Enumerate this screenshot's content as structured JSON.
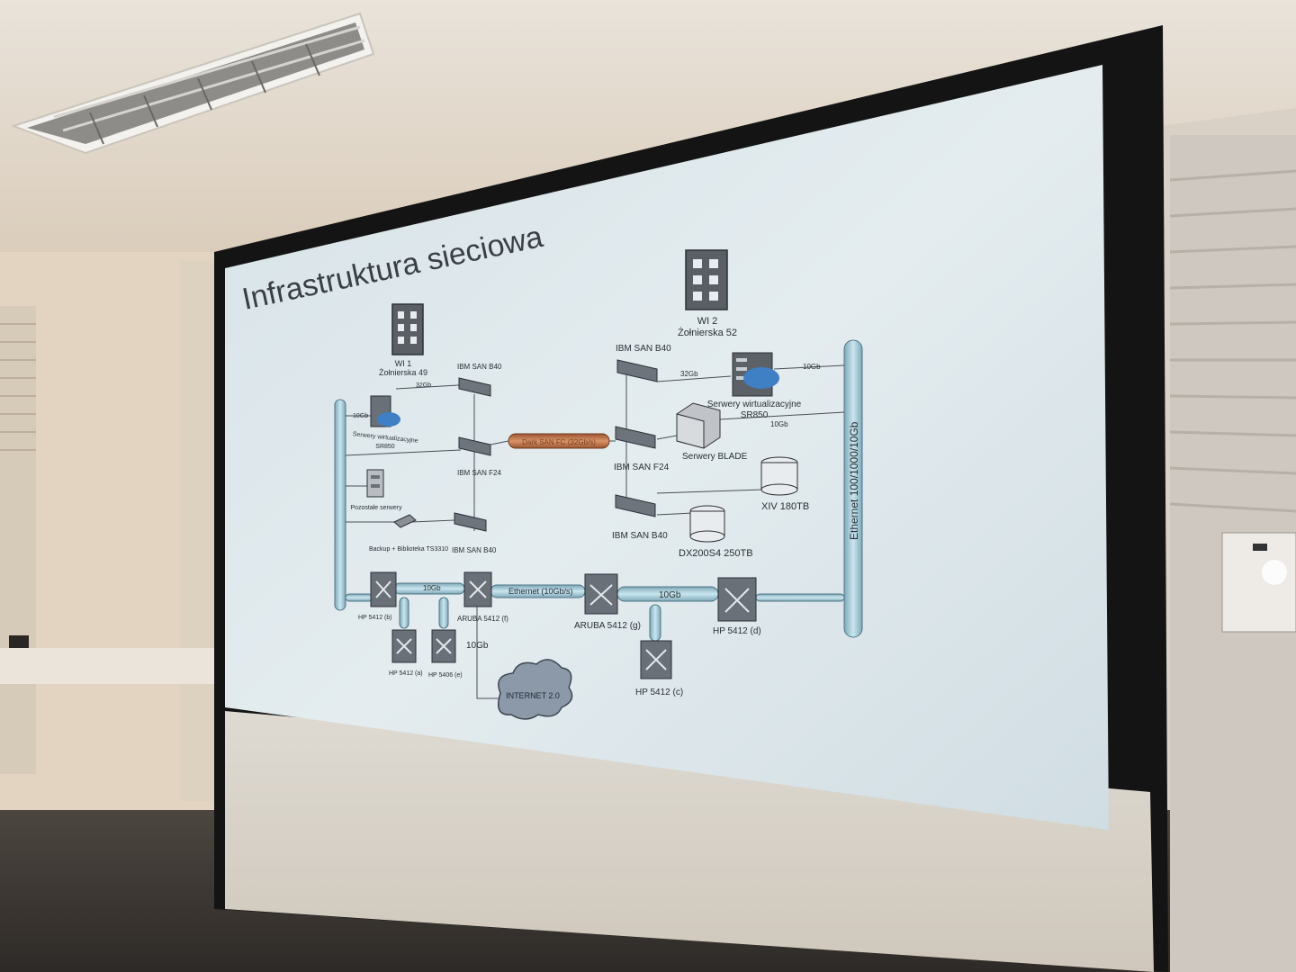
{
  "slide": {
    "title": "Infrastruktura sieciowa",
    "buildings": {
      "wi1": {
        "name": "WI 1",
        "address": "Żołnierska 49"
      },
      "wi2": {
        "name": "WI 2",
        "address": "Żołnierska 52"
      }
    },
    "left_site": {
      "ibm_san_b40_top": "IBM SAN B40",
      "link_32gb": "32Gb",
      "link_10gb": "10Gb",
      "virtual_servers": [
        "Serwery wirtualizacyjne",
        "SR850"
      ],
      "ibm_san_f24": "IBM SAN F24",
      "other_servers": "Pozostałe serwery",
      "backup": "Backup + Biblioteka TS3310",
      "ibm_san_b40_bottom": "IBM SAN B40"
    },
    "right_site": {
      "ibm_san_b40_top": "IBM SAN B40",
      "link_32gb": "32Gb",
      "link_10gb_top": "10Gb",
      "virtual_servers": [
        "Serwery wirtualizacyjne",
        "SR850"
      ],
      "link_10gb_blade": "10Gb",
      "blade_servers": "Serwery BLADE",
      "ibm_san_f24": "IBM SAN F24",
      "xiv": "XIV 180TB",
      "ibm_san_b40_bottom": "IBM SAN B40",
      "dx": "DX200S4 250TB"
    },
    "ethernet_bus": "Ethernet 100/1000/10Gb",
    "dark_fiber": "Dark SAN FC (32Gb/s)",
    "switches": {
      "hp_b": "HP 5412 (b)",
      "aruba_f": "ARUBA 5412 (f)",
      "aruba_g": "ARUBA 5412 (g)",
      "hp_d": "HP 5412 (d)",
      "hp_a": "HP 5412 (a)",
      "hp_e": "HP 5406 (e)",
      "hp_c": "HP 5412 (c)"
    },
    "links": {
      "hb_af": "10Gb",
      "af_ag": "Ethernet (10Gb/s)",
      "ag_hd": "10Gb",
      "af_internet": "10Gb"
    },
    "internet": "INTERNET 2.0"
  },
  "colors": {
    "screen": "#dce6ea",
    "frame": "#121212",
    "wall": "#e8dccb",
    "pipe": "#a9cfdc",
    "fiber": "#c8794e"
  }
}
